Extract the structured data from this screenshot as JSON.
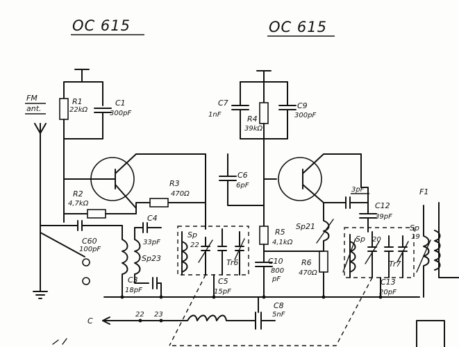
{
  "titles": {
    "left": "OC 615",
    "right": "OC 615"
  },
  "antenna": {
    "line1": "FM",
    "line2": "ant."
  },
  "labels": {
    "r1": {
      "name": "R1",
      "value": "22kΩ"
    },
    "c1": {
      "name": "C1",
      "value": "300pF"
    },
    "c7": {
      "name": "C7",
      "value": "1nF"
    },
    "r4": {
      "name": "R4",
      "value": "39kΩ"
    },
    "c9": {
      "name": "C9",
      "value": "300pF"
    },
    "c6": {
      "name": "C6",
      "value": "6pF"
    },
    "r2": {
      "name": "R2",
      "value": "4,7kΩ"
    },
    "r3": {
      "name": "R3",
      "value": "470Ω"
    },
    "c60": {
      "name": "C60",
      "value": "100pF"
    },
    "c4": {
      "name": "C4",
      "value": "33pF"
    },
    "sp23": "Sp23",
    "c3": {
      "name": "C3",
      "value": "18pF"
    },
    "sp22": {
      "name": "Sp",
      "num": "22"
    },
    "tr6": "Tr6",
    "c5": {
      "name": "C5",
      "value": "15pF"
    },
    "r5": {
      "name": "R5",
      "value": "4,1kΩ"
    },
    "sp21": "Sp21",
    "c10": {
      "name": "C10",
      "value": "800",
      "unit": "pF"
    },
    "r6": {
      "name": "R6",
      "value": "470Ω"
    },
    "c8": {
      "name": "C8",
      "value": "5nF"
    },
    "c3pf": "3pF",
    "c12": {
      "name": "C12",
      "value": "39pF"
    },
    "sp20": {
      "name": "Sp",
      "num": "20"
    },
    "tr7": "Tr7",
    "c13": {
      "name": "C13",
      "value": "20pF"
    },
    "sp19": {
      "name": "Sp",
      "num": "19"
    },
    "f1": "F1",
    "out_c": "C",
    "t22": "22",
    "t23": "23"
  }
}
